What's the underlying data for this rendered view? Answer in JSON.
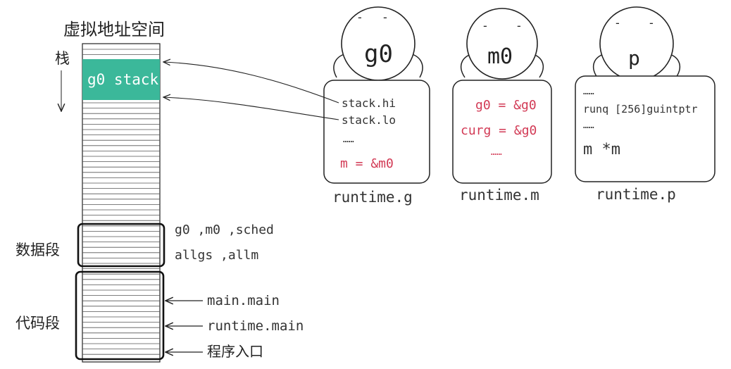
{
  "memory": {
    "title": "虚拟地址空间",
    "stack_label": "栈",
    "g0_stack_label": "g0 stack",
    "data_label": "数据段",
    "code_label": "代码段",
    "data_vars_line1": "g0 ,m0 ,sched",
    "data_vars_line2": "allgs ,allm",
    "code_main": "main.main",
    "code_runtime_main": "runtime.main",
    "code_entry": "程序入口"
  },
  "structs": {
    "g": {
      "head": "g0",
      "fields": [
        "stack.hi",
        "stack.lo",
        "……"
      ],
      "highlight": "m = &m0",
      "type_name": "runtime.g"
    },
    "m": {
      "head": "m0",
      "fields": [
        "g0 = &g0",
        "curg = &g0",
        "……"
      ],
      "type_name": "runtime.m"
    },
    "p": {
      "head": "p",
      "fields": [
        "……",
        "runq [256]guintptr",
        "……"
      ],
      "highlight": "m *m",
      "type_name": "runtime.p"
    }
  },
  "colors": {
    "stack_fill": "#3bb89a",
    "highlight_text": "#d23a55",
    "line": "#222222"
  }
}
